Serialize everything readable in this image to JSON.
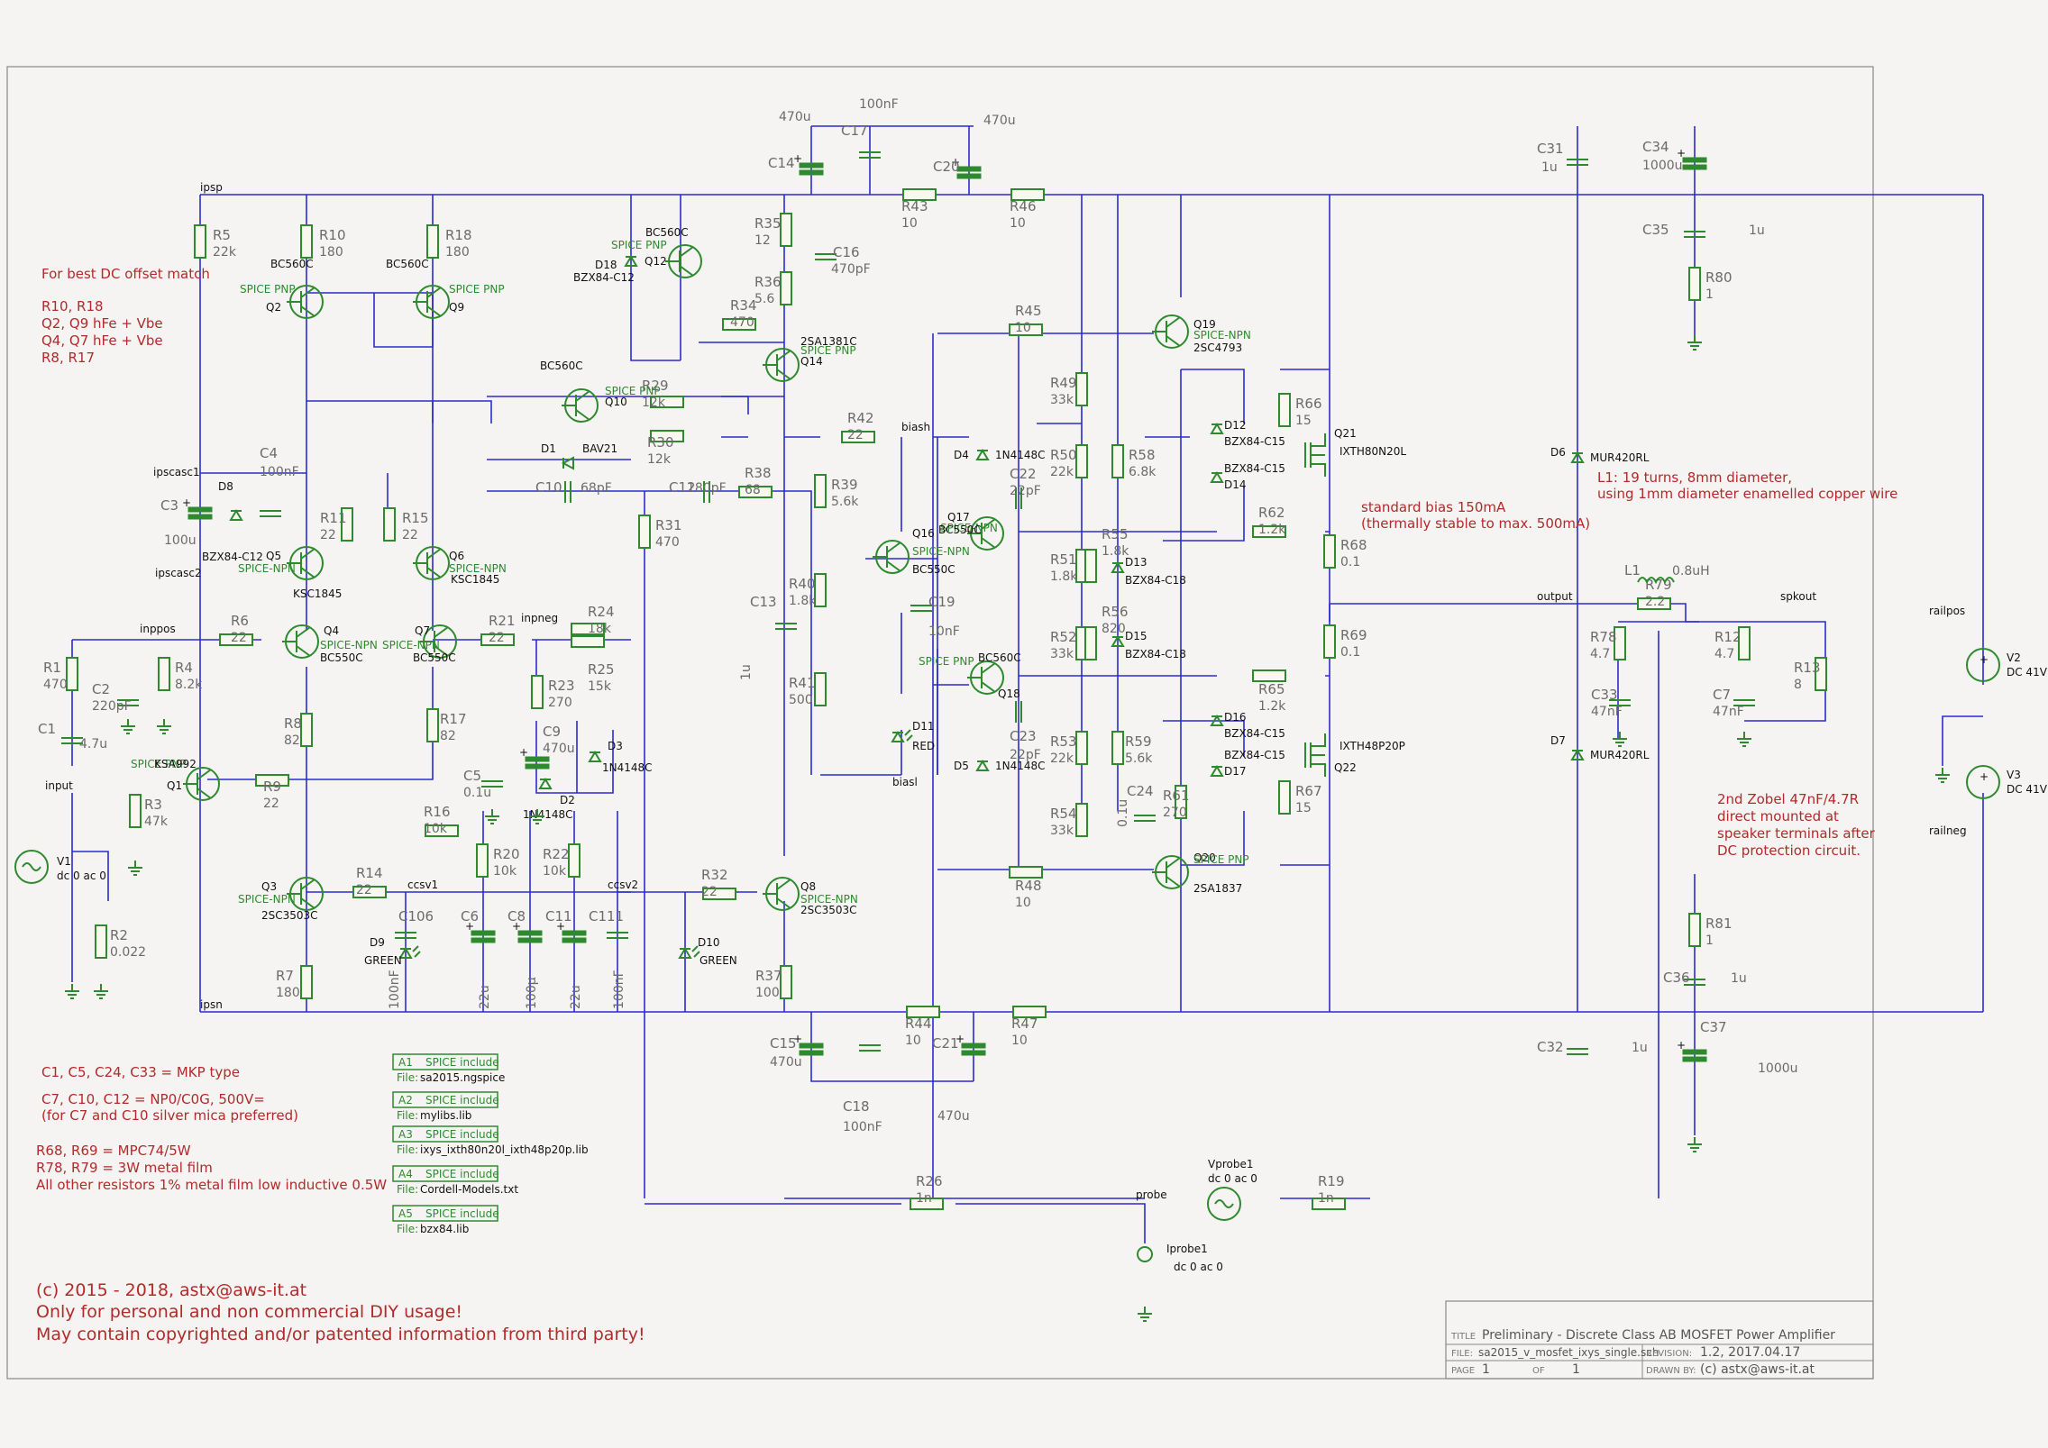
{
  "notes": {
    "offset_title": "For best DC offset match",
    "offset_lines": [
      "R10, R18",
      "Q2, Q9 hFe + Vbe",
      "Q4, Q7 hFe + Vbe",
      "R8, R17"
    ],
    "bias": [
      "standard bias 150mA",
      "(thermally stable to max. 500mA)"
    ],
    "coil": [
      "L1: 19 turns, 8mm diameter,",
      "using 1mm diameter enamelled copper wire"
    ],
    "zobel": [
      "2nd Zobel 47nF/4.7R",
      "direct mounted at",
      "speaker terminals after",
      "DC protection circuit."
    ],
    "caps": [
      "C1, C5, C24, C33 = MKP type",
      "C7, C10, C12 = NP0/C0G, 500V=",
      "(for C7 and C10 silver mica preferred)"
    ],
    "resistors": [
      "R68, R69 = MPC74/5W",
      "R78, R79 = 3W metal film",
      "All other resistors 1% metal film low inductive 0.5W"
    ],
    "copyright": [
      "(c) 2015 - 2018, astx@aws-it.at",
      "Only for personal and non commercial DIY usage!",
      "May contain copyrighted and/or patented information from third party!"
    ]
  },
  "spice_blocks": [
    {
      "ref": "A1",
      "label": "SPICE include",
      "file_label": "File:",
      "file": "sa2015.ngspice"
    },
    {
      "ref": "A2",
      "label": "SPICE include",
      "file_label": "File:",
      "file": "mylibs.lib"
    },
    {
      "ref": "A3",
      "label": "SPICE include",
      "file_label": "File:",
      "file": "ixys_ixth80n20l_ixth48p20p.lib"
    },
    {
      "ref": "A4",
      "label": "SPICE include",
      "file_label": "File:",
      "file": "Cordell-Models.txt"
    },
    {
      "ref": "A5",
      "label": "SPICE include",
      "file_label": "File:",
      "file": "bzx84.lib"
    }
  ],
  "title_block": {
    "title_label": "TITLE",
    "title": "Preliminary - Discrete Class AB MOSFET Power Amplifier",
    "file_label": "FILE:",
    "file": "sa2015_v_mosfet_ixys_single.sch",
    "revision_label": "REVISION:",
    "revision": "1.2, 2017.04.17",
    "page_label": "PAGE",
    "page": "1",
    "of_label": "OF",
    "of": "1",
    "drawn_label": "DRAWN BY:",
    "drawn": "(c) astx@aws-it.at"
  },
  "nets": [
    "ipsp",
    "ipsn",
    "ipscasc1",
    "ipscasc2",
    "inppos",
    "inpneg",
    "input",
    "biash",
    "biasl",
    "ccsv1",
    "ccsv2",
    "output",
    "spkout",
    "railpos",
    "railneg",
    "probe"
  ],
  "resistors": [
    {
      "ref": "R5",
      "val": "22k"
    },
    {
      "ref": "R10",
      "val": "180"
    },
    {
      "ref": "R18",
      "val": "180"
    },
    {
      "ref": "R11",
      "val": "22"
    },
    {
      "ref": "R15",
      "val": "22"
    },
    {
      "ref": "R6",
      "val": "22"
    },
    {
      "ref": "R1",
      "val": "470"
    },
    {
      "ref": "R4",
      "val": "8.2k"
    },
    {
      "ref": "R8",
      "val": "82"
    },
    {
      "ref": "R17",
      "val": "82"
    },
    {
      "ref": "R21",
      "val": "22"
    },
    {
      "ref": "R24",
      "val": "18k"
    },
    {
      "ref": "R25",
      "val": "15k"
    },
    {
      "ref": "R23",
      "val": "270"
    },
    {
      "ref": "R9",
      "val": "22"
    },
    {
      "ref": "R3",
      "val": "47k"
    },
    {
      "ref": "R2",
      "val": "0.022"
    },
    {
      "ref": "R16",
      "val": "10k"
    },
    {
      "ref": "R20",
      "val": "10k"
    },
    {
      "ref": "R22",
      "val": "10k"
    },
    {
      "ref": "R14",
      "val": "22"
    },
    {
      "ref": "R7",
      "val": "180"
    },
    {
      "ref": "R32",
      "val": "22"
    },
    {
      "ref": "R37",
      "val": "100"
    },
    {
      "ref": "R31",
      "val": "470"
    },
    {
      "ref": "R35",
      "val": "12"
    },
    {
      "ref": "R36",
      "val": "5.6"
    },
    {
      "ref": "R34",
      "val": "470"
    },
    {
      "ref": "R29",
      "val": "12k"
    },
    {
      "ref": "R30",
      "val": "12k"
    },
    {
      "ref": "R38",
      "val": "68"
    },
    {
      "ref": "R42",
      "val": "22"
    },
    {
      "ref": "R39",
      "val": "5.6k"
    },
    {
      "ref": "R40",
      "val": "1.8k"
    },
    {
      "ref": "R41",
      "val": "500"
    },
    {
      "ref": "R43",
      "val": "10"
    },
    {
      "ref": "R46",
      "val": "10"
    },
    {
      "ref": "R45",
      "val": "10"
    },
    {
      "ref": "R49",
      "val": "33k"
    },
    {
      "ref": "R50",
      "val": "22k"
    },
    {
      "ref": "R58",
      "val": "6.8k"
    },
    {
      "ref": "R51",
      "val": "1.8k"
    },
    {
      "ref": "R55",
      "val": "1.8k"
    },
    {
      "ref": "R52",
      "val": "33k"
    },
    {
      "ref": "R56",
      "val": "820"
    },
    {
      "ref": "R53",
      "val": "22k"
    },
    {
      "ref": "R59",
      "val": "5.6k"
    },
    {
      "ref": "R54",
      "val": "33k"
    },
    {
      "ref": "R61",
      "val": "270"
    },
    {
      "ref": "R48",
      "val": "10"
    },
    {
      "ref": "R44",
      "val": "10"
    },
    {
      "ref": "R47",
      "val": "10"
    },
    {
      "ref": "R62",
      "val": "1.2k"
    },
    {
      "ref": "R65",
      "val": "1.2k"
    },
    {
      "ref": "R66",
      "val": "15"
    },
    {
      "ref": "R67",
      "val": "15"
    },
    {
      "ref": "R68",
      "val": "0.1"
    },
    {
      "ref": "R69",
      "val": "0.1"
    },
    {
      "ref": "R79",
      "val": "2.2"
    },
    {
      "ref": "R78",
      "val": "4.7"
    },
    {
      "ref": "R12",
      "val": "4.7"
    },
    {
      "ref": "R13",
      "val": "8"
    },
    {
      "ref": "R80",
      "val": "1"
    },
    {
      "ref": "R81",
      "val": "1"
    },
    {
      "ref": "R26",
      "val": "1n"
    },
    {
      "ref": "R19",
      "val": "1n"
    }
  ],
  "capacitors": [
    {
      "ref": "C14",
      "val": "470u"
    },
    {
      "ref": "C17",
      "val": "100nF"
    },
    {
      "ref": "C20",
      "val": "470u"
    },
    {
      "ref": "C16",
      "val": "470pF"
    },
    {
      "ref": "C4",
      "val": "100nF"
    },
    {
      "ref": "C3",
      "val": "100u"
    },
    {
      "ref": "C2",
      "val": "220pF"
    },
    {
      "ref": "C1",
      "val": "4.7u"
    },
    {
      "ref": "C10",
      "val": "68pF"
    },
    {
      "ref": "C12",
      "val": "180pF"
    },
    {
      "ref": "C5",
      "val": "0.1u"
    },
    {
      "ref": "C9",
      "val": "470u"
    },
    {
      "ref": "C13",
      "val": "1u"
    },
    {
      "ref": "C19",
      "val": "10nF"
    },
    {
      "ref": "C22",
      "val": "22pF"
    },
    {
      "ref": "C23",
      "val": "22pF"
    },
    {
      "ref": "C24",
      "val": "0.1u"
    },
    {
      "ref": "C106",
      "val": "100nF"
    },
    {
      "ref": "C6",
      "val": "22u"
    },
    {
      "ref": "C8",
      "val": "100µ"
    },
    {
      "ref": "C11",
      "val": "22u"
    },
    {
      "ref": "C111",
      "val": "100nF"
    },
    {
      "ref": "C15",
      "val": "470u"
    },
    {
      "ref": "C18",
      "val": "100nF"
    },
    {
      "ref": "C21",
      "val": "470u"
    },
    {
      "ref": "C31",
      "val": "1u"
    },
    {
      "ref": "C34",
      "val": "1000u"
    },
    {
      "ref": "C35",
      "val": "1u"
    },
    {
      "ref": "C33",
      "val": "47nF"
    },
    {
      "ref": "C7",
      "val": "47nF"
    },
    {
      "ref": "C32",
      "val": "1u"
    },
    {
      "ref": "C36",
      "val": "1u"
    },
    {
      "ref": "C37",
      "val": "1000u"
    }
  ],
  "transistors": [
    {
      "ref": "Q2",
      "model": "SPICE PNP",
      "part": "BC560C"
    },
    {
      "ref": "Q9",
      "model": "SPICE PNP",
      "part": "BC560C"
    },
    {
      "ref": "Q5",
      "model": "SPICE-NPN",
      "part": "KSC1845"
    },
    {
      "ref": "Q6",
      "model": "SPICE-NPN",
      "part": "KSC1845"
    },
    {
      "ref": "Q4",
      "model": "SPICE-NPN",
      "part": "BC550C"
    },
    {
      "ref": "Q7",
      "model": "SPICE-NPN",
      "part": "BC550C"
    },
    {
      "ref": "Q1",
      "model": "SPICE PNP",
      "part": "KSA992"
    },
    {
      "ref": "Q3",
      "model": "SPICE-NPN",
      "part": "2SC3503C"
    },
    {
      "ref": "Q8",
      "model": "SPICE-NPN",
      "part": "2SC3503C"
    },
    {
      "ref": "Q12",
      "model": "SPICE PNP",
      "part": "BC560C"
    },
    {
      "ref": "Q10",
      "model": "SPICE PNP",
      "part": "BC560C"
    },
    {
      "ref": "Q14",
      "model": "SPICE PNP",
      "part": "2SA1381C"
    },
    {
      "ref": "Q16",
      "model": "SPICE-NPN",
      "part": "BC550C"
    },
    {
      "ref": "Q17",
      "model": "SPICE-NPN",
      "part": "BC550C"
    },
    {
      "ref": "Q18",
      "model": "SPICE PNP",
      "part": "BC560C"
    },
    {
      "ref": "Q19",
      "model": "SPICE-NPN",
      "part": "2SC4793"
    },
    {
      "ref": "Q20",
      "model": "SPICE PNP",
      "part": "2SA1837"
    },
    {
      "ref": "Q21",
      "model": "",
      "part": "IXTH80N20L"
    },
    {
      "ref": "Q22",
      "model": "",
      "part": "IXTH48P20P"
    }
  ],
  "diodes": [
    {
      "ref": "D8",
      "part": "BZX84-C12"
    },
    {
      "ref": "D18",
      "part": "BZX84-C12"
    },
    {
      "ref": "D1",
      "part": "BAV21"
    },
    {
      "ref": "D2",
      "part": "1N4148C"
    },
    {
      "ref": "D3",
      "part": "1N4148C"
    },
    {
      "ref": "D9",
      "part": "GREEN"
    },
    {
      "ref": "D10",
      "part": "GREEN"
    },
    {
      "ref": "D11",
      "part": "RED"
    },
    {
      "ref": "D4",
      "part": "1N4148C"
    },
    {
      "ref": "D5",
      "part": "1N4148C"
    },
    {
      "ref": "D12",
      "part": "BZX84-C15"
    },
    {
      "ref": "D14",
      "part": "BZX84-C15"
    },
    {
      "ref": "D13",
      "part": "BZX84-C18"
    },
    {
      "ref": "D15",
      "part": "BZX84-C18"
    },
    {
      "ref": "D16",
      "part": "BZX84-C15"
    },
    {
      "ref": "D17",
      "part": "BZX84-C15"
    },
    {
      "ref": "D6",
      "part": "MUR420RL"
    },
    {
      "ref": "D7",
      "part": "MUR420RL"
    }
  ],
  "sources": [
    {
      "ref": "V1",
      "val": "dc 0 ac 0"
    },
    {
      "ref": "V2",
      "val": "DC 41V"
    },
    {
      "ref": "V3",
      "val": "DC 41V"
    },
    {
      "ref": "Vprobe1",
      "val": "dc 0 ac 0"
    },
    {
      "ref": "Iprobe1",
      "val": "dc 0 ac 0"
    }
  ],
  "inductors": [
    {
      "ref": "L1",
      "val": "0.8uH"
    }
  ],
  "colors": {
    "wire": "#2b2bd2",
    "component": "#2f8a2f",
    "note": "#b22a2a",
    "background": "#f5f4f2"
  }
}
